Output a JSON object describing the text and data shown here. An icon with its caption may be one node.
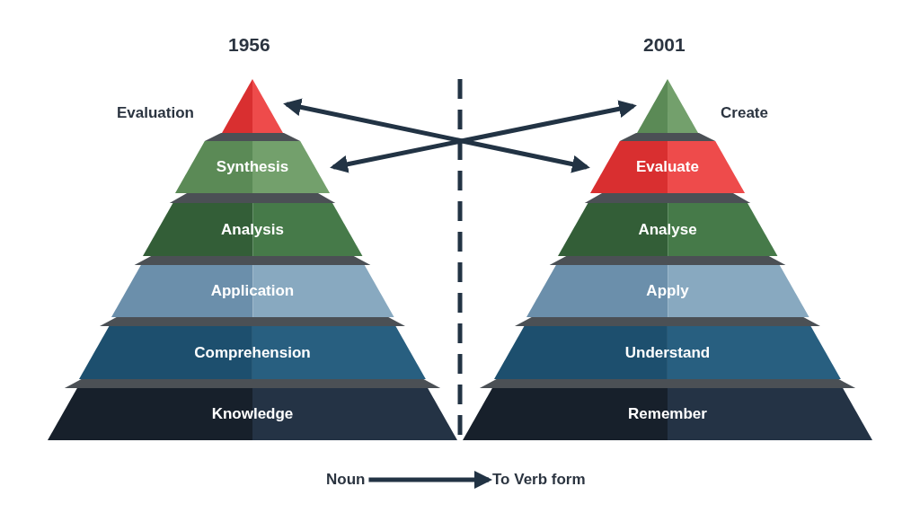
{
  "diagram": {
    "nodes": [
      {
        "text": [
          "Evaluation"
        ]
      },
      {
        "text": [
          "Synthesis"
        ]
      },
      {
        "text": [
          "Analysis"
        ]
      },
      {
        "text": [
          "Application"
        ]
      },
      {
        "text": [
          "Comprehension"
        ]
      },
      {
        "text": [
          "Knowledge"
        ]
      },
      {
        "text": [
          "Create"
        ]
      },
      {
        "text": [
          "Evaluate"
        ]
      },
      {
        "text": [
          "Analyse"
        ]
      },
      {
        "text": [
          "Apply"
        ]
      },
      {
        "text": [
          "Understand"
        ]
      },
      {
        "text": [
          "Remember"
        ]
      },
      {
        "text": [
          "Noun"
        ]
      },
      {
        "text": [
          "To Verb form"
        ]
      }
    ],
    "edges": [
      {
        "from": 0,
        "to": 7,
        "arrow": "both"
      },
      {
        "from": 1,
        "to": 6,
        "arrow": "both"
      },
      {
        "from": 12,
        "to": 13,
        "arrow": "to"
      }
    ],
    "labels": [
      "1956",
      "2001"
    ]
  }
}
